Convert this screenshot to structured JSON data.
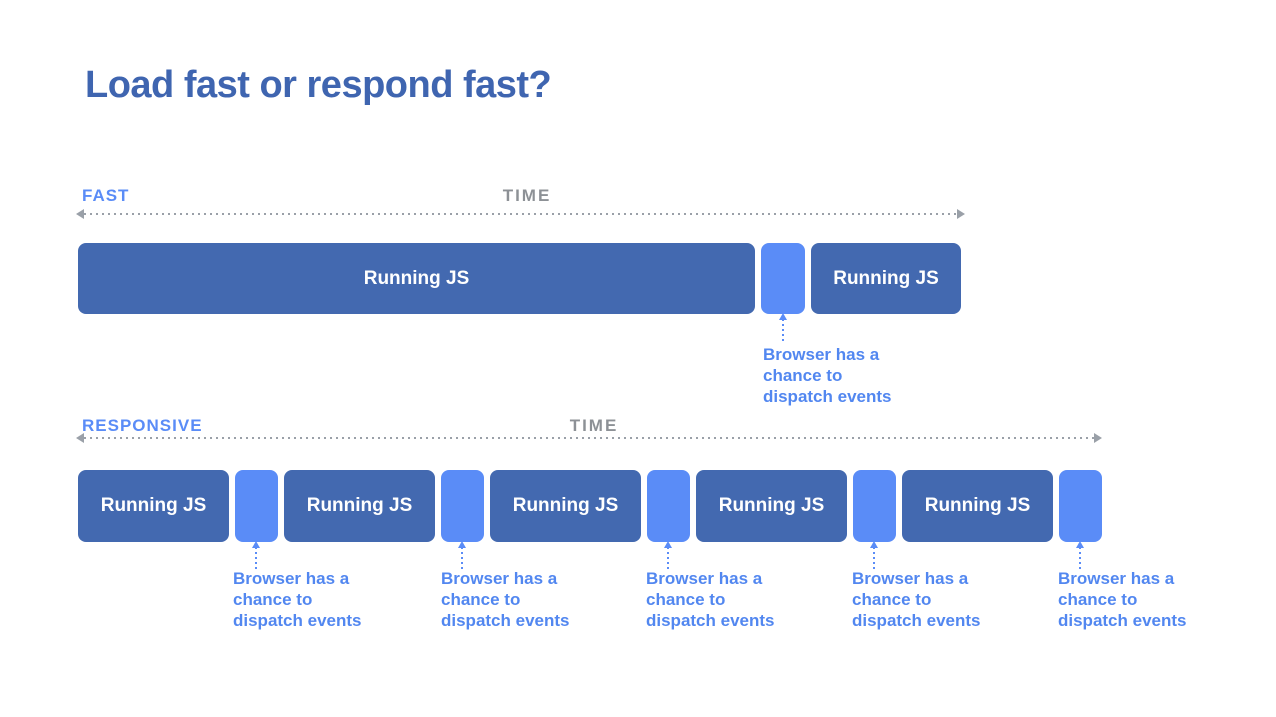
{
  "title": "Load fast or respond fast?",
  "colors": {
    "background": "#ffffff",
    "title_blue": "#3f65b0",
    "js_block_blue": "#4369b0",
    "event_block_blue": "#5a8cf7",
    "timeline_label_blue": "#5a8cf7",
    "time_gray": "#8d9196",
    "axis_gray": "#9aa0a8",
    "annotation_blue": "#5287f0",
    "block_text_white": "#ffffff"
  },
  "fast_timeline": {
    "label": "FAST",
    "time_label": "TIME",
    "blocks": [
      {
        "type": "running-js",
        "label": "Running JS"
      },
      {
        "type": "event-gap",
        "label": ""
      },
      {
        "type": "running-js",
        "label": "Running JS"
      }
    ],
    "annotations": [
      {
        "text": "Browser has a\nchance to\ndispatch events"
      }
    ]
  },
  "responsive_timeline": {
    "label": "RESPONSIVE",
    "time_label": "TIME",
    "blocks": [
      {
        "type": "running-js",
        "label": "Running JS"
      },
      {
        "type": "event-gap",
        "label": ""
      },
      {
        "type": "running-js",
        "label": "Running JS"
      },
      {
        "type": "event-gap",
        "label": ""
      },
      {
        "type": "running-js",
        "label": "Running JS"
      },
      {
        "type": "event-gap",
        "label": ""
      },
      {
        "type": "running-js",
        "label": "Running JS"
      },
      {
        "type": "event-gap",
        "label": ""
      },
      {
        "type": "running-js",
        "label": "Running JS"
      },
      {
        "type": "event-gap",
        "label": ""
      }
    ],
    "annotations": [
      {
        "text": "Browser has a\nchance to\ndispatch events"
      },
      {
        "text": "Browser has a\nchance to\ndispatch events"
      },
      {
        "text": "Browser has a\nchance to\ndispatch events"
      },
      {
        "text": "Browser has a\nchance to\ndispatch events"
      },
      {
        "text": "Browser has a\nchance to\ndispatch events"
      }
    ]
  }
}
